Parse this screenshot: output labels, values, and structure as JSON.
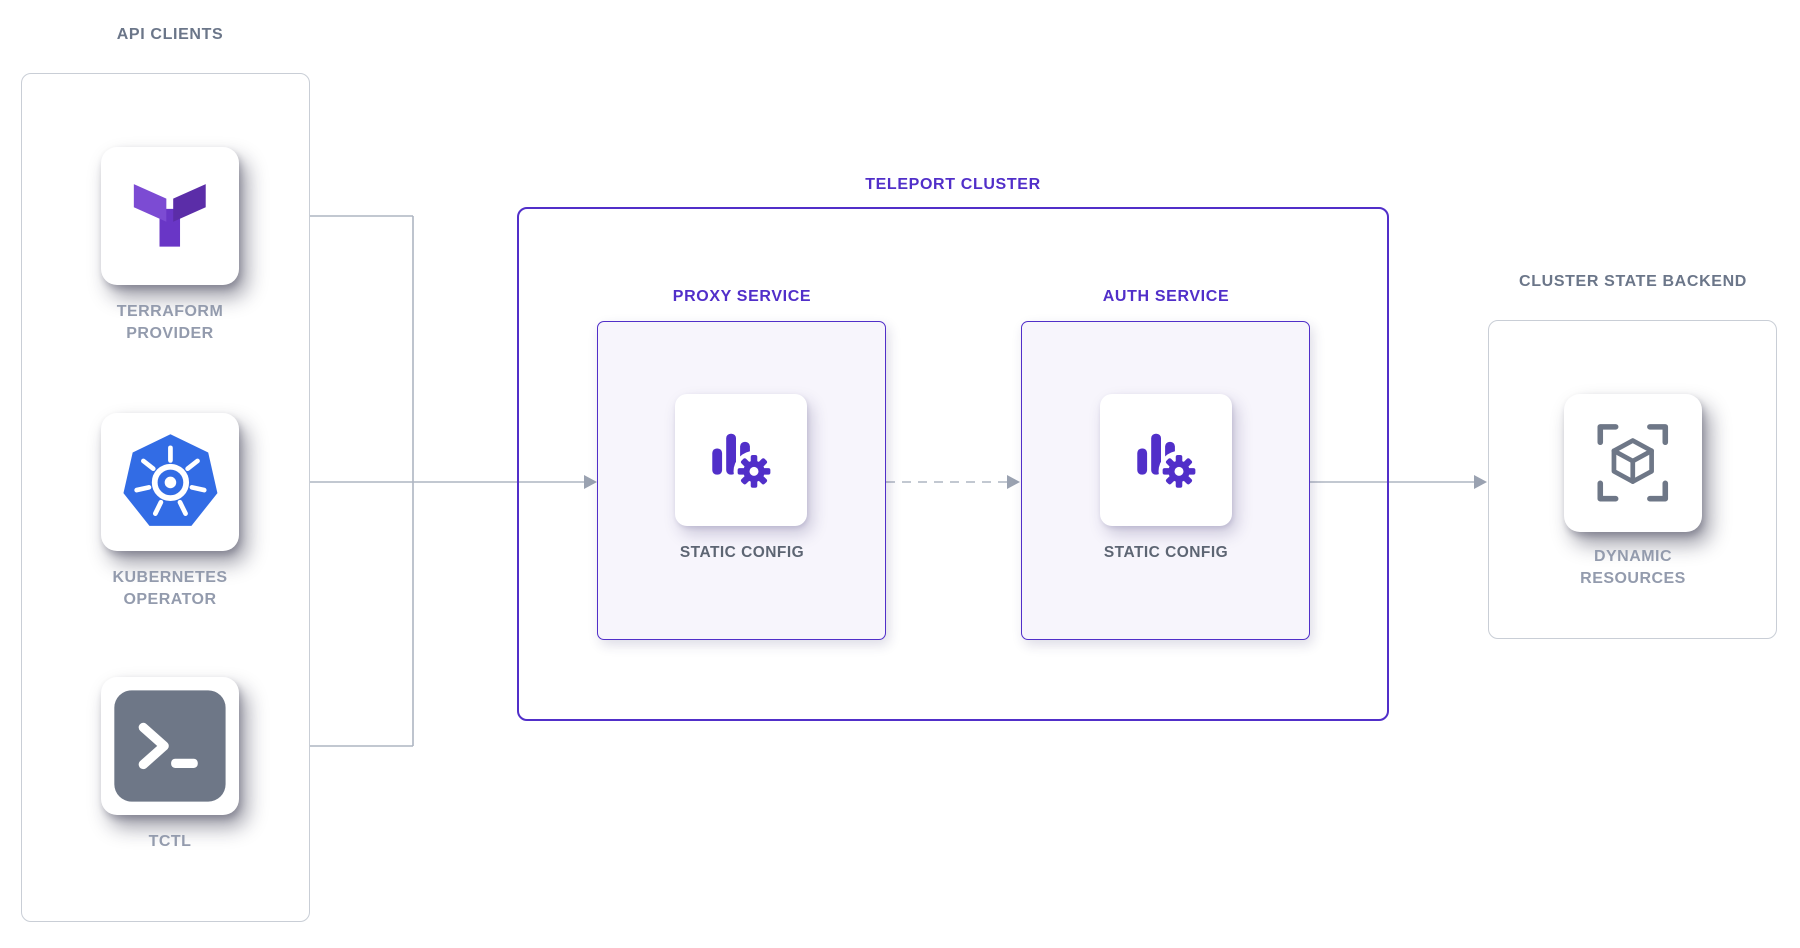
{
  "colors": {
    "accent_purple": "#512FC9",
    "heading_gray": "#6B7689",
    "label_gray": "#939BAD",
    "config_gray": "#5D6573",
    "line_gray": "#AEB5C2",
    "arrow_gray": "#9AA2B1",
    "box_border_gray": "#C9CED6",
    "service_fill": "#F7F5FC",
    "terraform_left": "#7C4BD3",
    "terraform_right": "#5B2DA8",
    "terraform_stem": "#6936C6",
    "kubernetes_blue": "#326CE5",
    "terminal_gray": "#6E7787",
    "icon_purple": "#512FC9",
    "cube_gray": "#6E7787"
  },
  "api_clients": {
    "title": "API CLIENTS",
    "items": [
      {
        "label": "TERRAFORM PROVIDER",
        "icon": "terraform-icon"
      },
      {
        "label": "KUBERNETES OPERATOR",
        "icon": "kubernetes-icon"
      },
      {
        "label": "TCTL",
        "icon": "terminal-icon"
      }
    ]
  },
  "teleport_cluster": {
    "title": "TELEPORT CLUSTER",
    "services": [
      {
        "title": "PROXY SERVICE",
        "config_label": "STATIC CONFIG",
        "icon": "metrics-gear-icon"
      },
      {
        "title": "AUTH SERVICE",
        "config_label": "STATIC CONFIG",
        "icon": "metrics-gear-icon"
      }
    ]
  },
  "cluster_state_backend": {
    "title": "CLUSTER STATE BACKEND",
    "item": {
      "label": "DYNAMIC RESOURCES",
      "icon": "cube-resources-icon"
    }
  }
}
